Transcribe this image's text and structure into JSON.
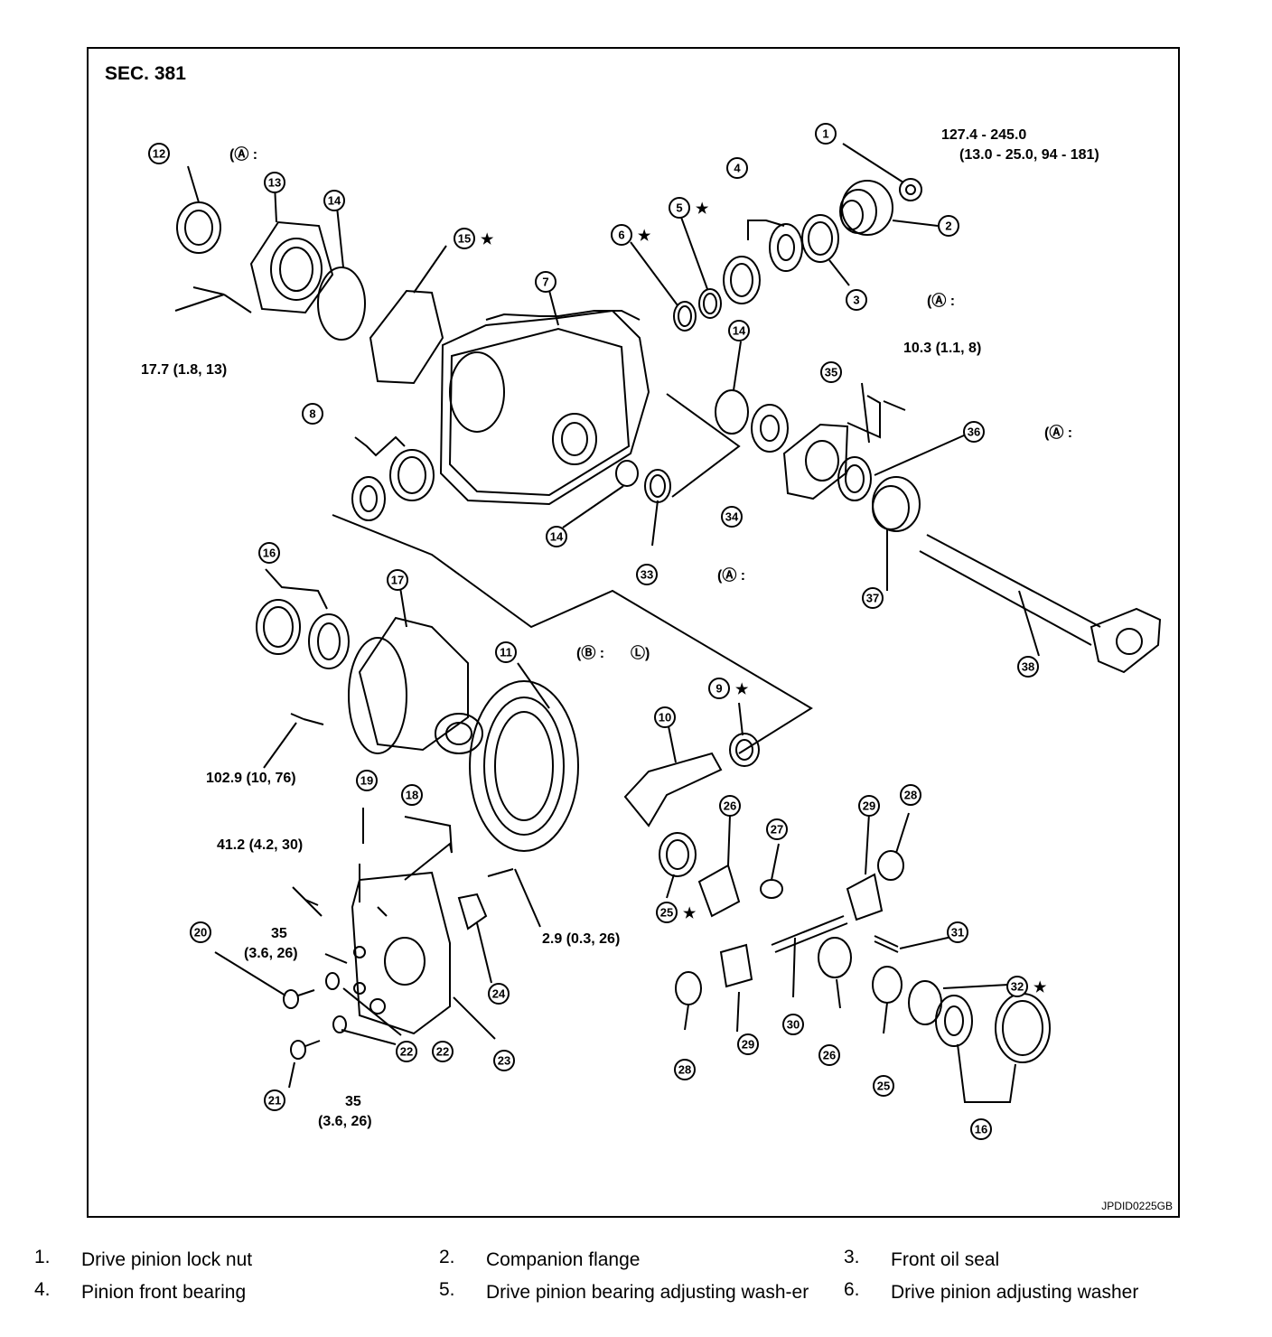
{
  "section_label": "SEC. 381",
  "image_code": "JPDID0225GB",
  "callouts": [
    {
      "num": "1",
      "text": "127.4 - 245.0",
      "text2": "(13.0 - 25.0, 94 - 181)"
    },
    {
      "num": "2"
    },
    {
      "num": "3",
      "text": "(Ⓐ :"
    },
    {
      "num": "4"
    },
    {
      "num": "5",
      "mark": "★"
    },
    {
      "num": "6",
      "mark": "★"
    },
    {
      "num": "7"
    },
    {
      "num": "8"
    },
    {
      "num": "9",
      "mark": "★"
    },
    {
      "num": "10"
    },
    {
      "num": "11",
      "text": "(Ⓑ :",
      "text2": "Ⓛ)"
    },
    {
      "num": "12",
      "text": "(Ⓐ :"
    },
    {
      "num": "13"
    },
    {
      "num": "14"
    },
    {
      "num": "15",
      "mark": "★"
    },
    {
      "num": "16"
    },
    {
      "num": "17"
    },
    {
      "num": "18"
    },
    {
      "num": "19"
    },
    {
      "num": "20",
      "text": "35",
      "text2": "(3.6, 26)"
    },
    {
      "num": "21",
      "text": "35",
      "text2": "(3.6, 26)"
    },
    {
      "num": "22"
    },
    {
      "num": "23"
    },
    {
      "num": "24"
    },
    {
      "num": "25",
      "mark": "★"
    },
    {
      "num": "26"
    },
    {
      "num": "27"
    },
    {
      "num": "28"
    },
    {
      "num": "29"
    },
    {
      "num": "30"
    },
    {
      "num": "31"
    },
    {
      "num": "32",
      "mark": "★"
    },
    {
      "num": "33",
      "text": "(Ⓐ :"
    },
    {
      "num": "34"
    },
    {
      "num": "35"
    },
    {
      "num": "36",
      "text": "(Ⓐ :"
    },
    {
      "num": "37"
    },
    {
      "num": "38"
    }
  ],
  "torques": {
    "t_17_7": "17.7 (1.8, 13)",
    "t_10_3": "10.3 (1.1, 8)",
    "t_102_9": "102.9 (10, 76)",
    "t_41_2": "41.2 (4.2, 30)",
    "t_2_9": "2.9 (0.3, 26)"
  },
  "legend": [
    {
      "num": "1.",
      "text": "Drive pinion lock nut"
    },
    {
      "num": "2.",
      "text": "Companion flange"
    },
    {
      "num": "3.",
      "text": "Front oil seal"
    },
    {
      "num": "4.",
      "text": "Pinion front bearing"
    },
    {
      "num": "5.",
      "text": "Drive pinion bearing adjusting wash-er"
    },
    {
      "num": "6.",
      "text": "Drive pinion adjusting washer"
    }
  ]
}
